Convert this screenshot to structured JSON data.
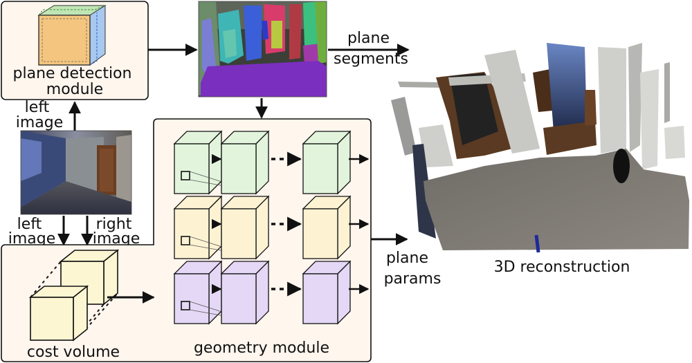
{
  "labels": {
    "plane_detection": [
      "plane detection",
      "module"
    ],
    "left_image_top": [
      "left",
      "image"
    ],
    "left_image_bottom": [
      "left",
      "image"
    ],
    "right_image": [
      "right",
      "image"
    ],
    "plane_segments": [
      "plane",
      "segments"
    ],
    "plane_params": [
      "plane",
      "params"
    ],
    "cost_volume": "cost volume",
    "geometry_module": "geometry module",
    "reconstruction": "3D reconstruction"
  },
  "colors": {
    "box_fill": "#fff6ee",
    "green_cube": "#e2f5dc",
    "yellow_cube": "#fdf3d3",
    "purple_cube": "#e4d8f6",
    "cost_cube": "#fcf6d2",
    "segment_purple": "#7a2fbf"
  },
  "geometry_rows": [
    "green_cube",
    "yellow_cube",
    "purple_cube"
  ]
}
